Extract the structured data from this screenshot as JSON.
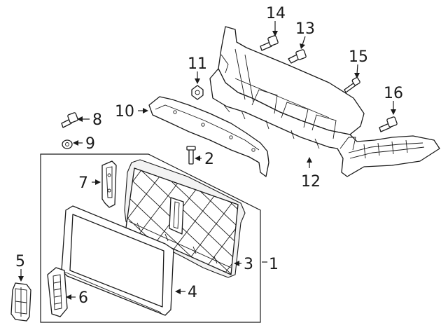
{
  "callouts": {
    "c1": "1",
    "c2": "2",
    "c3": "3",
    "c4": "4",
    "c5": "5",
    "c6": "6",
    "c7": "7",
    "c8": "8",
    "c9": "9",
    "c10": "10",
    "c11": "11",
    "c12": "12",
    "c13": "13",
    "c14": "14",
    "c15": "15",
    "c16": "16"
  },
  "colors": {
    "ink": "#1a1a1a",
    "paper": "#ffffff"
  }
}
